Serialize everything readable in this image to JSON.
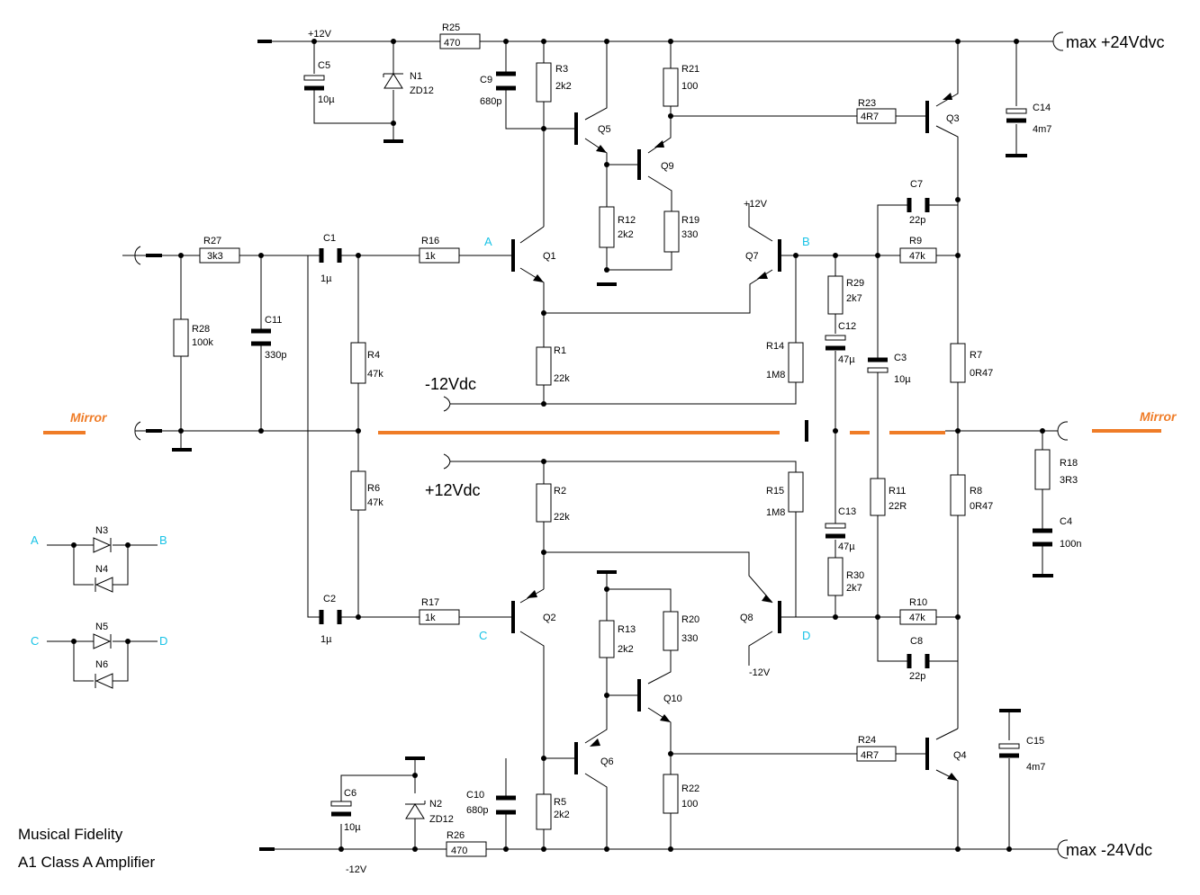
{
  "title_lines": [
    "Musical Fidelity",
    "A1 Class A Amplifier"
  ],
  "rails": {
    "pos_main": "max +24Vdvc",
    "neg_main": "max -24Vdc",
    "pos_small": "+12V",
    "neg_small": "-12V",
    "q7_supply": "+12V",
    "q8_supply": "-12V",
    "neg_mid": "-12Vdc",
    "pos_mid": "+12Vdc"
  },
  "mirror_label": "Mirror",
  "nodes": {
    "a": "A",
    "b": "B",
    "c": "C",
    "d": "D"
  },
  "components": {
    "r1": {
      "ref": "R1",
      "val": "22k"
    },
    "r2": {
      "ref": "R2",
      "val": "22k"
    },
    "r3": {
      "ref": "R3",
      "val": "2k2"
    },
    "r4": {
      "ref": "R4",
      "val": "47k"
    },
    "r5": {
      "ref": "R5",
      "val": "2k2"
    },
    "r6": {
      "ref": "R6",
      "val": "47k"
    },
    "r7": {
      "ref": "R7",
      "val": "0R47"
    },
    "r8": {
      "ref": "R8",
      "val": "0R47"
    },
    "r9": {
      "ref": "R9",
      "val": "47k"
    },
    "r10": {
      "ref": "R10",
      "val": "47k"
    },
    "r11": {
      "ref": "R11",
      "val": "22R"
    },
    "r12": {
      "ref": "R12",
      "val": "2k2"
    },
    "r13": {
      "ref": "R13",
      "val": "2k2"
    },
    "r14": {
      "ref": "R14",
      "val": "1M8"
    },
    "r15": {
      "ref": "R15",
      "val": "1M8"
    },
    "r16": {
      "ref": "R16",
      "val": "1k"
    },
    "r17": {
      "ref": "R17",
      "val": "1k"
    },
    "r18": {
      "ref": "R18",
      "val": "3R3"
    },
    "r19": {
      "ref": "R19",
      "val": "330"
    },
    "r20": {
      "ref": "R20",
      "val": "330"
    },
    "r21": {
      "ref": "R21",
      "val": "100"
    },
    "r22": {
      "ref": "R22",
      "val": "100"
    },
    "r23": {
      "ref": "R23",
      "val": "4R7"
    },
    "r24": {
      "ref": "R24",
      "val": "4R7"
    },
    "r25": {
      "ref": "R25",
      "val": "470"
    },
    "r26": {
      "ref": "R26",
      "val": "470"
    },
    "r27": {
      "ref": "R27",
      "val": "3k3"
    },
    "r28": {
      "ref": "R28",
      "val": "100k"
    },
    "r29": {
      "ref": "R29",
      "val": "2k7"
    },
    "r30": {
      "ref": "R30",
      "val": "2k7"
    },
    "c1": {
      "ref": "C1",
      "val": "1µ"
    },
    "c2": {
      "ref": "C2",
      "val": "1µ"
    },
    "c3": {
      "ref": "C3",
      "val": "10µ"
    },
    "c4": {
      "ref": "C4",
      "val": "100n"
    },
    "c5": {
      "ref": "C5",
      "val": "10µ"
    },
    "c6": {
      "ref": "C6",
      "val": "10µ"
    },
    "c7": {
      "ref": "C7",
      "val": "22p"
    },
    "c8": {
      "ref": "C8",
      "val": "22p"
    },
    "c9": {
      "ref": "C9",
      "val": "680p"
    },
    "c10": {
      "ref": "C10",
      "val": "680p"
    },
    "c11": {
      "ref": "C11",
      "val": "330p"
    },
    "c12": {
      "ref": "C12",
      "val": "47µ"
    },
    "c13": {
      "ref": "C13",
      "val": "47µ"
    },
    "c14": {
      "ref": "C14",
      "val": "4m7"
    },
    "c15": {
      "ref": "C15",
      "val": "4m7"
    },
    "n1": {
      "ref": "N1",
      "val": "ZD12"
    },
    "n2": {
      "ref": "N2",
      "val": "ZD12"
    },
    "n3": {
      "ref": "N3"
    },
    "n4": {
      "ref": "N4"
    },
    "n5": {
      "ref": "N5"
    },
    "n6": {
      "ref": "N6"
    },
    "q1": {
      "ref": "Q1"
    },
    "q2": {
      "ref": "Q2"
    },
    "q3": {
      "ref": "Q3"
    },
    "q4": {
      "ref": "Q4"
    },
    "q5": {
      "ref": "Q5"
    },
    "q6": {
      "ref": "Q6"
    },
    "q7": {
      "ref": "Q7"
    },
    "q8": {
      "ref": "Q8"
    },
    "q9": {
      "ref": "Q9"
    },
    "q10": {
      "ref": "Q10"
    }
  },
  "colors": {
    "accent": "#ef7c27",
    "node_label": "#19c3e6",
    "wire": "#000000"
  }
}
